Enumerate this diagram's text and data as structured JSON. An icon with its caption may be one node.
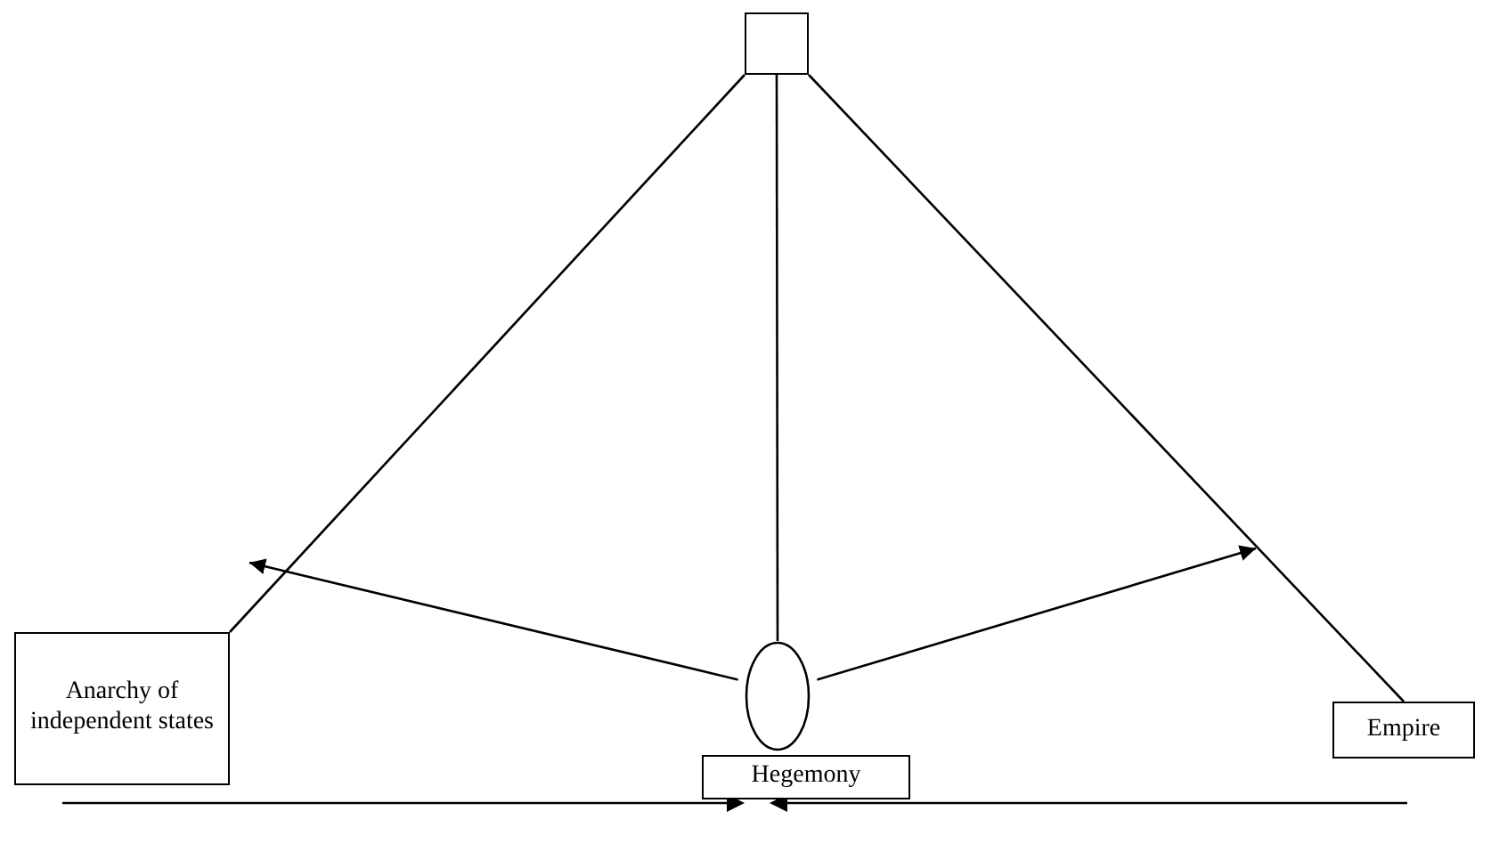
{
  "diagram": {
    "nodes": [
      {
        "text": [],
        "shape": "box"
      },
      {
        "text": [
          "Anarchy of independent states"
        ]
      },
      {
        "text": [],
        "shape": "ellipse"
      },
      {
        "text": [
          "Hegemony"
        ]
      },
      {
        "text": [
          "Empire"
        ]
      }
    ],
    "edges": [
      {
        "from": 0,
        "to": 1,
        "arrow": "none"
      },
      {
        "from": 0,
        "to": 2,
        "arrow": "none"
      },
      {
        "from": 0,
        "to": 4,
        "arrow": "none"
      },
      {
        "from": 2,
        "to": null,
        "arrow": "to"
      },
      {
        "from": 2,
        "to": null,
        "arrow": "to"
      }
    ]
  }
}
